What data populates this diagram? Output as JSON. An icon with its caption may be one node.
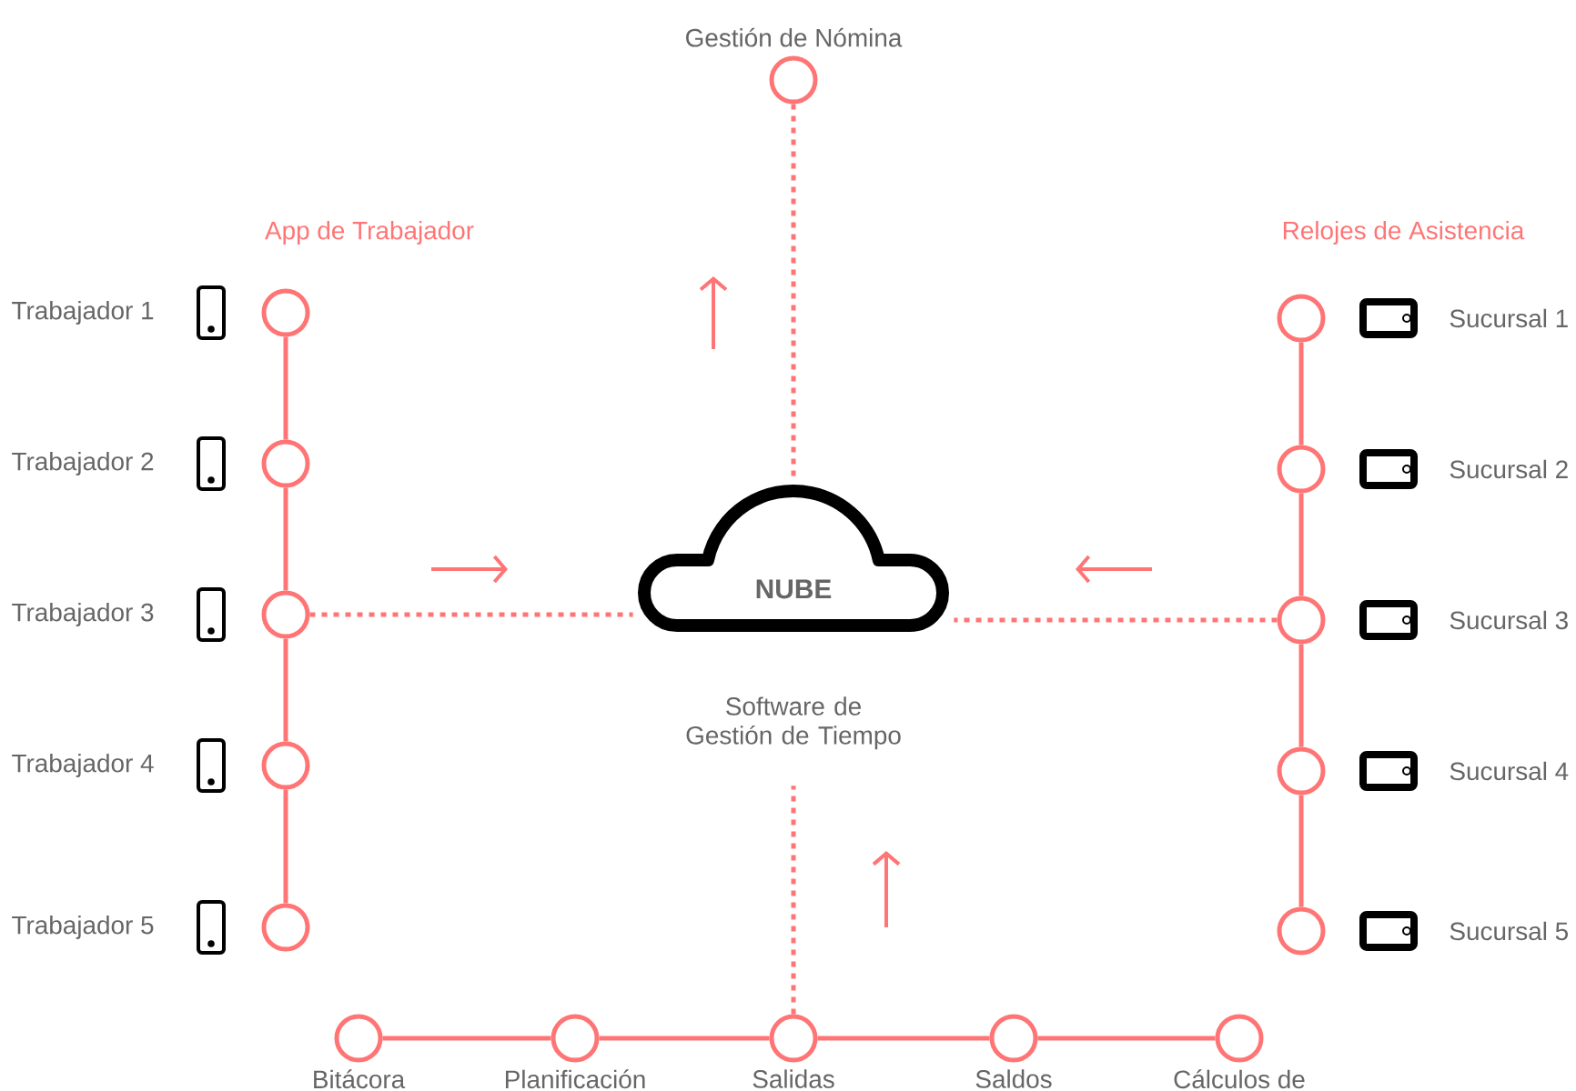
{
  "diagram": {
    "nodes": [
      {
        "text": [],
        "shape": "circle",
        "beside": [
          "Gestión de Nómina"
        ]
      },
      {
        "text": [],
        "shape": "circle"
      },
      {
        "text": [],
        "shape": "circle"
      },
      {
        "text": [],
        "shape": "circle"
      },
      {
        "text": [],
        "shape": "circle"
      },
      {
        "text": [],
        "shape": "circle"
      },
      {
        "text": [
          "NUBE",
          "Software de Gestión de Tiempo"
        ]
      },
      {
        "text": [],
        "shape": "circle"
      },
      {
        "text": [],
        "shape": "circle"
      },
      {
        "text": [],
        "shape": "circle"
      },
      {
        "text": [],
        "shape": "circle"
      },
      {
        "text": [],
        "shape": "circle"
      },
      {
        "text": [],
        "shape": "circle",
        "beside": [
          "Bitácora"
        ]
      },
      {
        "text": [],
        "shape": "circle",
        "beside": [
          "Planificación"
        ]
      },
      {
        "text": [],
        "shape": "circle",
        "beside": [
          "Salidas"
        ]
      },
      {
        "text": [],
        "shape": "circle",
        "beside": [
          "Saldos"
        ]
      },
      {
        "text": [],
        "shape": "circle",
        "beside": [
          "Cálculos de"
        ]
      }
    ],
    "edges": [
      {
        "from": 1,
        "to": 2,
        "arrow": "none"
      },
      {
        "from": 2,
        "to": 3,
        "arrow": "none"
      },
      {
        "from": 3,
        "to": 4,
        "arrow": "none"
      },
      {
        "from": 4,
        "to": 5,
        "arrow": "none"
      },
      {
        "from": 7,
        "to": 8,
        "arrow": "none"
      },
      {
        "from": 8,
        "to": 9,
        "arrow": "none"
      },
      {
        "from": 9,
        "to": 10,
        "arrow": "none"
      },
      {
        "from": 10,
        "to": 11,
        "arrow": "none"
      },
      {
        "from": 12,
        "to": 13,
        "arrow": "none"
      },
      {
        "from": 13,
        "to": 14,
        "arrow": "none"
      },
      {
        "from": 14,
        "to": 15,
        "arrow": "none"
      },
      {
        "from": 15,
        "to": 16,
        "arrow": "none"
      },
      {
        "from": 3,
        "to": 6,
        "arrow": "none",
        "style": "dashed"
      },
      {
        "from": 9,
        "to": 6,
        "arrow": "none",
        "style": "dashed"
      },
      {
        "from": 14,
        "to": 6,
        "arrow": "none",
        "style": "dashed"
      },
      {
        "from": 6,
        "to": 0,
        "arrow": "none",
        "style": "dashed"
      }
    ],
    "labels": [
      "App de Trabajador",
      "Relojes de Asistencia",
      "Trabajador 1",
      "Sucursal 1",
      "Trabajador 2",
      "Sucursal 2",
      "Trabajador 3",
      "Sucursal 3",
      "Trabajador 4",
      "Sucursal 4",
      "Trabajador 5",
      "Sucursal 5"
    ]
  }
}
